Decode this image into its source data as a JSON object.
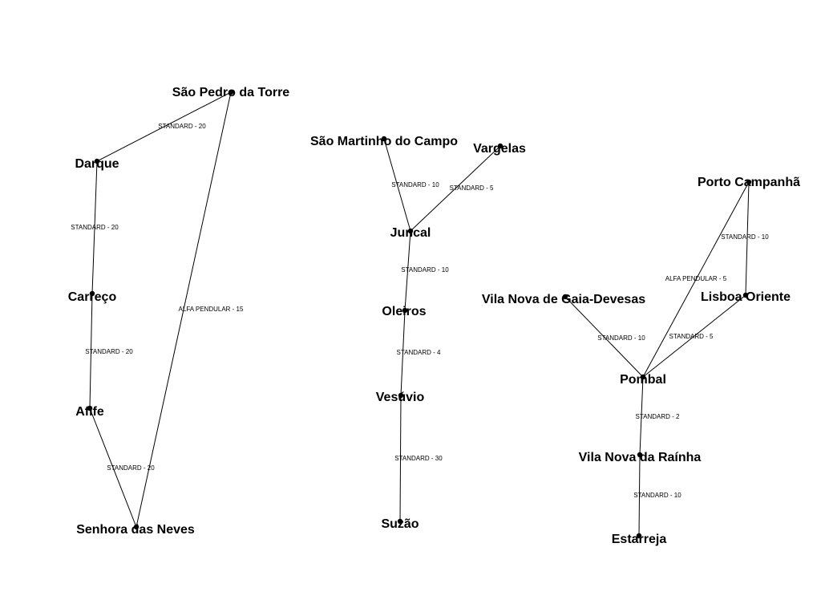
{
  "nodes": [
    {
      "id": "sao-pedro-da-torre",
      "label": "São Pedro da Torre"
    },
    {
      "id": "darque",
      "label": "Darque"
    },
    {
      "id": "carreco",
      "label": "Carreço"
    },
    {
      "id": "afife",
      "label": "Afife"
    },
    {
      "id": "senhora-das-neves",
      "label": "Senhora das Neves"
    },
    {
      "id": "sao-martinho-do-campo",
      "label": "São Martinho do Campo"
    },
    {
      "id": "vargelas",
      "label": "Vargelas"
    },
    {
      "id": "juncal",
      "label": "Juncal"
    },
    {
      "id": "oleiros",
      "label": "Oleiros"
    },
    {
      "id": "vesuvio",
      "label": "Vesúvio"
    },
    {
      "id": "suzao",
      "label": "Suzão"
    },
    {
      "id": "porto-campanha",
      "label": "Porto Campanhã"
    },
    {
      "id": "lisboa-oriente",
      "label": "Lisboa Oriente"
    },
    {
      "id": "vila-nova-de-gaia-devesas",
      "label": "Vila Nova de Gaia-Devesas"
    },
    {
      "id": "pombal",
      "label": "Pombal"
    },
    {
      "id": "vila-nova-da-rainha",
      "label": "Vila Nova da Raínha"
    },
    {
      "id": "estarreja",
      "label": "Estarreja"
    }
  ],
  "edges": [
    {
      "id": "e1",
      "from": "sao-pedro-da-torre",
      "to": "darque",
      "label": "STANDARD - 20"
    },
    {
      "id": "e2",
      "from": "darque",
      "to": "carreco",
      "label": "STANDARD - 20"
    },
    {
      "id": "e3",
      "from": "carreco",
      "to": "afife",
      "label": "STANDARD - 20"
    },
    {
      "id": "e4",
      "from": "afife",
      "to": "senhora-das-neves",
      "label": "STANDARD - 20"
    },
    {
      "id": "e5",
      "from": "sao-pedro-da-torre",
      "to": "senhora-das-neves",
      "label": "ALFA PENDULAR - 15"
    },
    {
      "id": "e6",
      "from": "sao-martinho-do-campo",
      "to": "juncal",
      "label": "STANDARD - 10"
    },
    {
      "id": "e7",
      "from": "vargelas",
      "to": "juncal",
      "label": "STANDARD - 5"
    },
    {
      "id": "e8",
      "from": "juncal",
      "to": "oleiros",
      "label": "STANDARD - 10"
    },
    {
      "id": "e9",
      "from": "oleiros",
      "to": "vesuvio",
      "label": "STANDARD - 4"
    },
    {
      "id": "e10",
      "from": "vesuvio",
      "to": "suzao",
      "label": "STANDARD - 30"
    },
    {
      "id": "e11",
      "from": "porto-campanha",
      "to": "lisboa-oriente",
      "label": "STANDARD - 10"
    },
    {
      "id": "e12",
      "from": "porto-campanha",
      "to": "pombal",
      "label": "ALFA PENDULAR - 5"
    },
    {
      "id": "e13",
      "from": "lisboa-oriente",
      "to": "pombal",
      "label": "STANDARD - 5"
    },
    {
      "id": "e14",
      "from": "vila-nova-de-gaia-devesas",
      "to": "pombal",
      "label": "STANDARD - 10"
    },
    {
      "id": "e15",
      "from": "pombal",
      "to": "vila-nova-da-rainha",
      "label": "STANDARD - 2"
    },
    {
      "id": "e16",
      "from": "vila-nova-da-rainha",
      "to": "estarreja",
      "label": "STANDARD - 10"
    }
  ]
}
